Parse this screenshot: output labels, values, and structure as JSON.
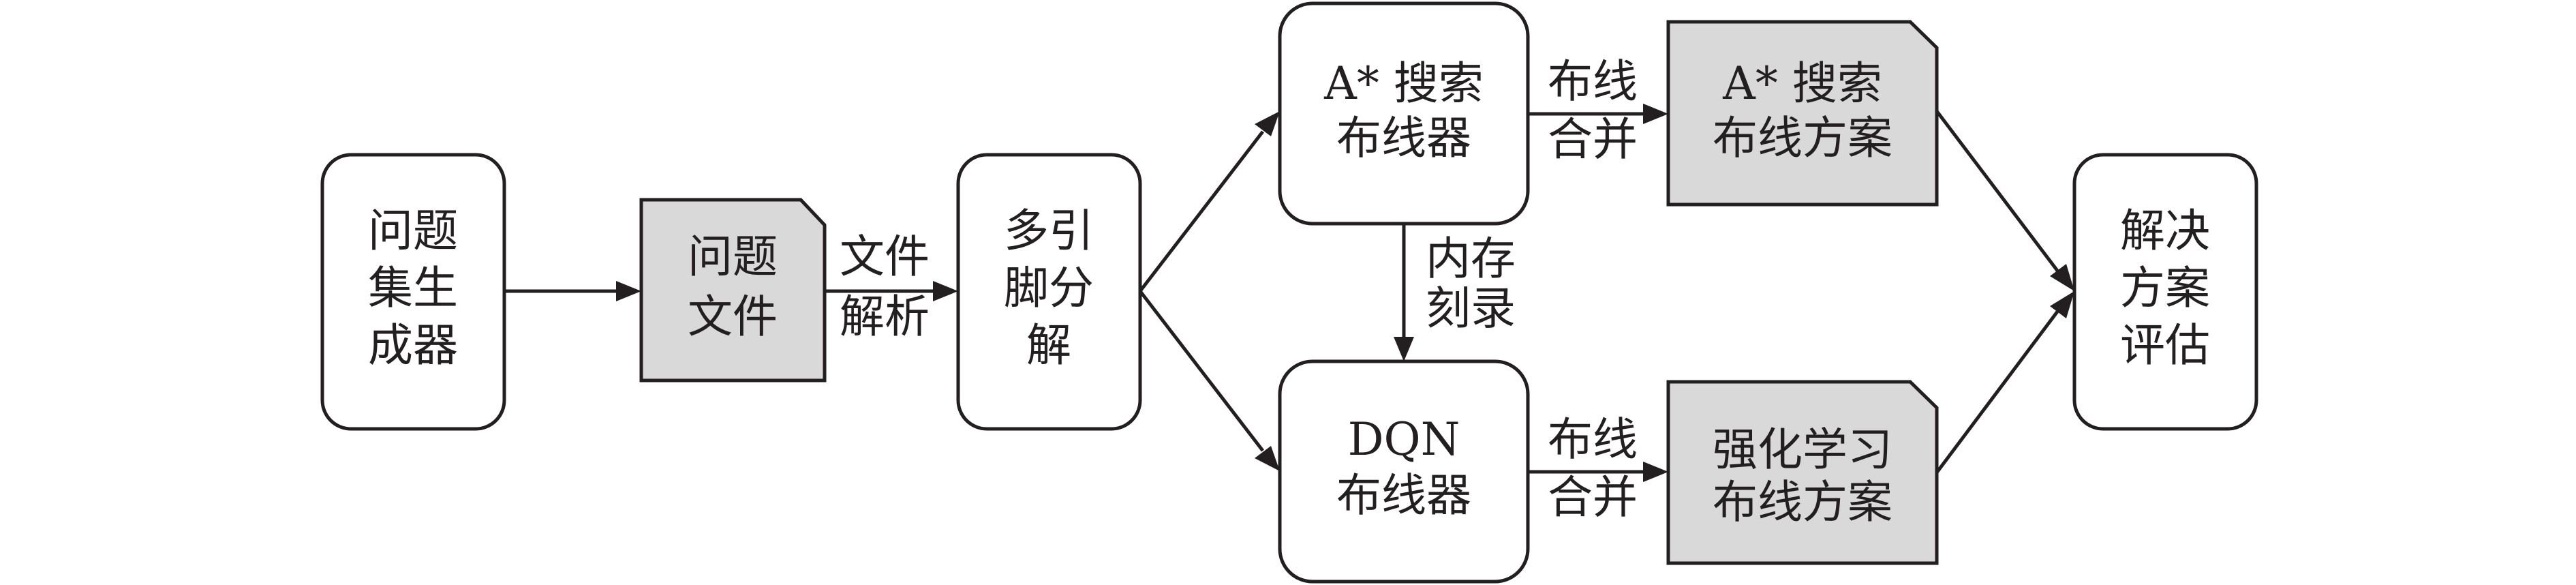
{
  "colors": {
    "stroke": "#231f20",
    "document_fill": "#d9d9d9",
    "process_fill": "#ffffff",
    "background": "#ffffff"
  },
  "nodes": {
    "problem_generator": {
      "shape": "rounded-rectangle",
      "lines": [
        "问题",
        "集生",
        "成器"
      ]
    },
    "problem_file": {
      "shape": "document",
      "lines": [
        "问题",
        "文件"
      ]
    },
    "multi_script_decomposition": {
      "shape": "rounded-rectangle",
      "lines": [
        "多引",
        "脚分",
        "解"
      ]
    },
    "astar_router": {
      "shape": "rounded-rectangle",
      "lines": [
        "A* 搜索",
        "布线器"
      ]
    },
    "dqn_router": {
      "shape": "rounded-rectangle",
      "lines": [
        "DQN",
        "布线器"
      ]
    },
    "astar_plan": {
      "shape": "document",
      "lines": [
        "A* 搜索",
        "布线方案"
      ]
    },
    "rl_plan": {
      "shape": "document",
      "lines": [
        "强化学习",
        "布线方案"
      ]
    },
    "evaluation": {
      "shape": "rounded-rectangle",
      "lines": [
        "解决",
        "方案",
        "评估"
      ]
    }
  },
  "edge_labels": {
    "parse": [
      "文件",
      "解析"
    ],
    "memory_record": [
      "内存",
      "刻录"
    ],
    "merge_astar": [
      "布线",
      "合并"
    ],
    "merge_dqn": [
      "布线",
      "合并"
    ]
  }
}
